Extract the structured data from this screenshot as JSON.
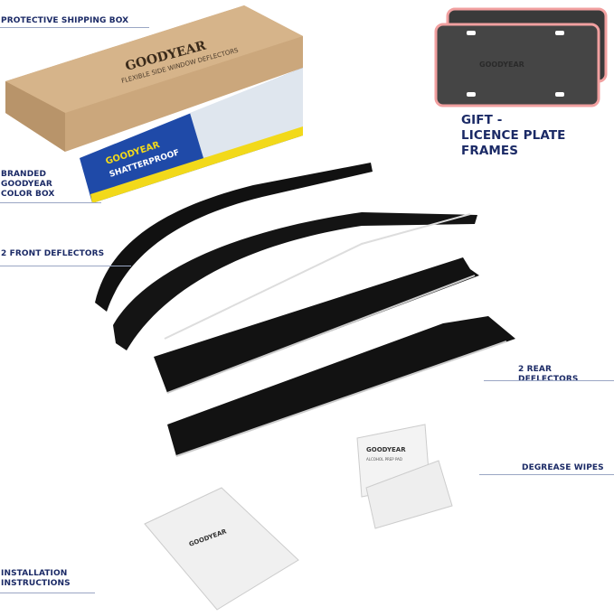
{
  "labels": {
    "shipping_box": "PROTECTIVE SHIPPING BOX",
    "color_box": [
      "BRANDED",
      "GOODYEAR",
      "COLOR BOX"
    ],
    "front": "2 FRONT DEFLECTORS",
    "rear": "2 REAR DEFLECTORS",
    "wipes": "DEGREASE WIPES",
    "instructions": [
      "INSTALLATION",
      "INSTRUCTIONS"
    ],
    "gift": [
      "GIFT  -",
      "LICENCE PLATE FRAMES"
    ]
  },
  "printed": {
    "brand": "GOODYEAR",
    "box_text": "FLEXIBLE SIDE WINDOW DEFLECTORS",
    "color_box_text": "SHATTERPROOF",
    "wipe_text": "ALCOHOL PREP PAD"
  },
  "colors": {
    "label": "#1b2a66",
    "box": "#c9a57a",
    "color_box": "#1f4aa8",
    "accent": "#f2d91a"
  }
}
